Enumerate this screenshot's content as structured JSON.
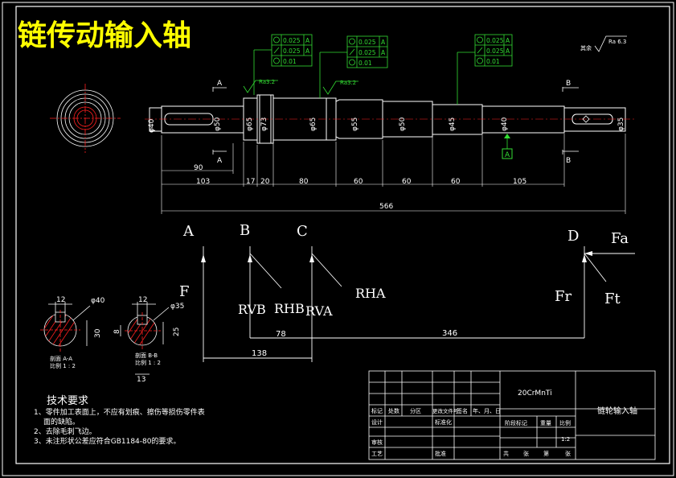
{
  "title": "链传动输入轴",
  "roughness": {
    "prefix": "其余",
    "value": "Ra 6.3"
  },
  "tolerance_frames": [
    {
      "rows": [
        {
          "value": "0.025",
          "datum": "A"
        },
        {
          "value": "0.025",
          "datum": "A"
        },
        {
          "value": "0.01",
          "datum": ""
        }
      ]
    },
    {
      "rows": [
        {
          "value": "0.025",
          "datum": "A"
        },
        {
          "value": "0.025",
          "datum": "A"
        },
        {
          "value": "0.01",
          "datum": ""
        }
      ]
    },
    {
      "rows": [
        {
          "value": "0.025",
          "datum": "A"
        },
        {
          "value": "0.025",
          "datum": "A"
        },
        {
          "value": "0.01",
          "datum": ""
        }
      ]
    }
  ],
  "surface_marks": [
    "Ra3.2",
    "Ra3.2"
  ],
  "diameters": [
    "φ40",
    "φ50",
    "φ65",
    "φ73",
    "φ65",
    "φ55",
    "φ50",
    "φ45",
    "φ40",
    "φ35"
  ],
  "dimensions": {
    "d90": "90",
    "d103": "103",
    "d17": "17",
    "d20": "20",
    "d80": "80",
    "d60a": "60",
    "d60b": "60",
    "d60c": "60",
    "d105": "105",
    "d566": "566"
  },
  "section_marks": {
    "A": "A",
    "B": "B",
    "datum": "A"
  },
  "loads": {
    "points": [
      "A",
      "B",
      "C",
      "D"
    ],
    "Fa": "Fa",
    "F": "F",
    "Fr": "Fr",
    "Ft": "Ft",
    "RVB": "RVB",
    "RHB": "RHB",
    "RVA": "RVA",
    "RHA": "RHA",
    "d78": "78",
    "d346": "346",
    "d138": "138"
  },
  "sections": {
    "aa": {
      "width": "12",
      "dia": "φ40",
      "depth": "30",
      "label": "剖面 A-A",
      "scale": "比例 1 : 2"
    },
    "bb": {
      "width": "12",
      "dia": "φ35",
      "depth": "25",
      "key": "8",
      "bottom": "13",
      "label": "剖面 B-B",
      "scale": "比例 1 : 2"
    }
  },
  "notes": {
    "heading": "技术要求",
    "items": [
      "1、零件加工表面上，不应有划痕、擦伤等损伤零件表",
      "面的缺陷。",
      "2、去除毛刺飞边。",
      "3、未注形状公差应符合GB1184-80的要求。"
    ]
  },
  "title_block": {
    "material": "20CrMnTi",
    "part_name": "链轮输入轴",
    "headers": [
      "标记",
      "处数",
      "分区",
      "更改文件号",
      "签名",
      "年、月、日"
    ],
    "row_design": [
      "设计",
      "标准化"
    ],
    "stage": "阶段标记",
    "weight": "重量",
    "scale_label": "比例",
    "scale_value": "1:2",
    "review": "审核",
    "process": "工艺",
    "approve": "批准",
    "footer": [
      "共",
      "张",
      "第",
      "张"
    ]
  },
  "colors": {
    "accent": "#33dd33",
    "title": "#ffff00",
    "center": "#ff2020"
  }
}
